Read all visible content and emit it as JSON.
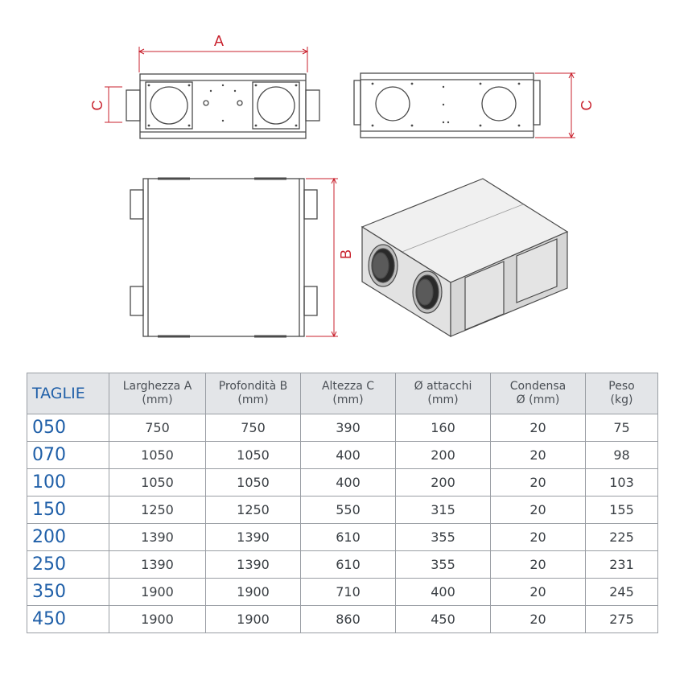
{
  "dimension_labels": {
    "a": "A",
    "b": "B",
    "c": "C"
  },
  "table": {
    "headers": [
      "TAGLIE",
      "Larghezza A\n(mm)",
      "Profondità B\n(mm)",
      "Altezza C\n(mm)",
      "Ø attacchi\n(mm)",
      "Condensa\nØ (mm)",
      "Peso\n(kg)"
    ],
    "rows": [
      [
        "050",
        "750",
        "750",
        "390",
        "160",
        "20",
        "75"
      ],
      [
        "070",
        "1050",
        "1050",
        "400",
        "200",
        "20",
        "98"
      ],
      [
        "100",
        "1050",
        "1050",
        "400",
        "200",
        "20",
        "103"
      ],
      [
        "150",
        "1250",
        "1250",
        "550",
        "315",
        "20",
        "155"
      ],
      [
        "200",
        "1390",
        "1390",
        "610",
        "355",
        "20",
        "225"
      ],
      [
        "250",
        "1390",
        "1390",
        "610",
        "355",
        "20",
        "231"
      ],
      [
        "350",
        "1900",
        "1900",
        "710",
        "400",
        "20",
        "245"
      ],
      [
        "450",
        "1900",
        "1900",
        "860",
        "450",
        "20",
        "275"
      ]
    ]
  },
  "colors": {
    "dimension": "#c8202c",
    "size_text": "#1f5fa8",
    "header_bg": "#e3e5e8",
    "outline": "#4a4a4a"
  }
}
